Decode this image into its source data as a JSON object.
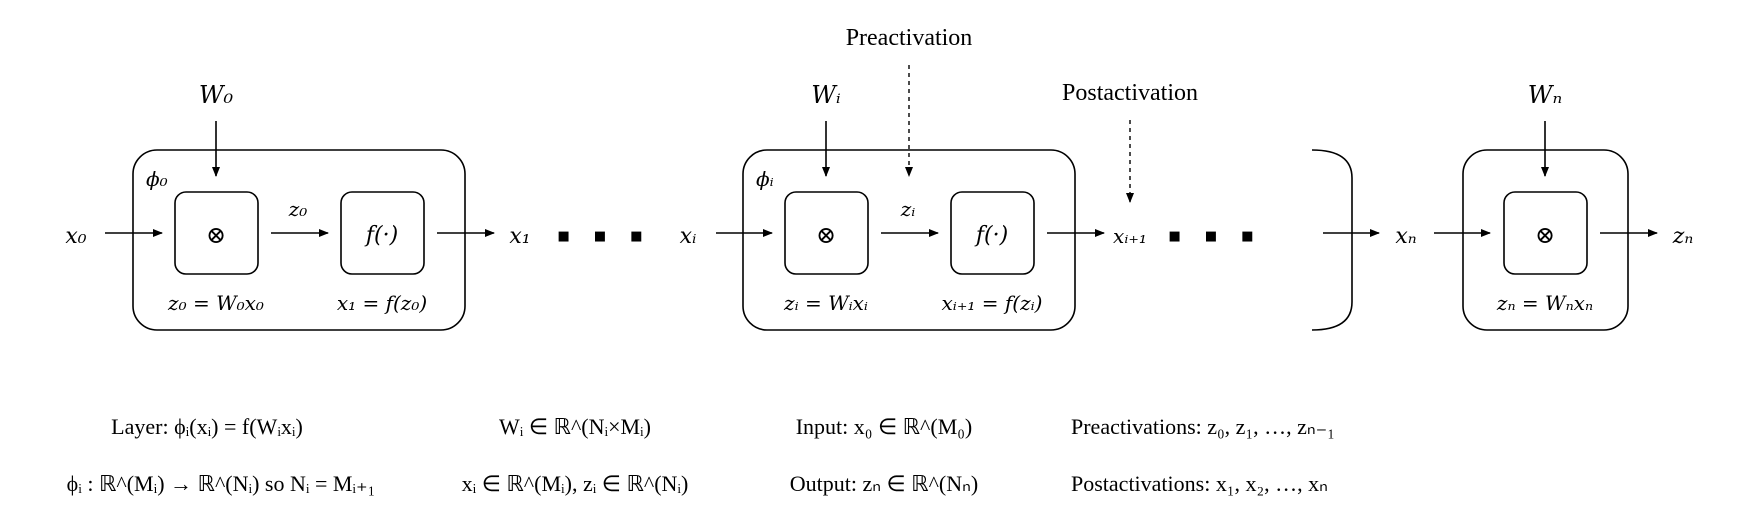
{
  "nodes": {
    "x0": "x₀",
    "W0": "W₀",
    "phi0": "ϕ₀",
    "z0": "z₀",
    "x1": "x₁",
    "op": "⊗",
    "f": "f(·)",
    "xi": "xᵢ",
    "Wi": "Wᵢ",
    "phii": "ϕᵢ",
    "zi": "zᵢ",
    "xi1": "xᵢ₊₁",
    "xn": "xₙ",
    "Wn": "Wₙ",
    "zn": "zₙ",
    "ellipsis": "■ ■ ■"
  },
  "captions": {
    "layer0_z": "z₀ = W₀x₀",
    "layer0_x": "x₁ = f(z₀)",
    "layeri_z": "zᵢ = Wᵢxᵢ",
    "layeri_x": "xᵢ₊₁ = f(zᵢ)",
    "layern_z": "zₙ = Wₙxₙ"
  },
  "annotations": {
    "preactivation": "Preactivation",
    "postactivation": "Postactivation"
  },
  "definitions": {
    "row1": [
      "Layer: ϕᵢ(xᵢ) = f(Wᵢxᵢ)",
      "Wᵢ ∈ ℝ^(Nᵢ×Mᵢ)",
      "Input: x₀ ∈ ℝ^(M₀)",
      "Preactivations: z₀, z₁, …, zₙ₋₁"
    ],
    "row2": [
      "ϕᵢ : ℝ^(Mᵢ) → ℝ^(Nᵢ) so Nᵢ = Mᵢ₊₁",
      "xᵢ ∈ ℝ^(Mᵢ), zᵢ ∈ ℝ^(Nᵢ)",
      "Output: zₙ ∈ ℝ^(Nₙ)",
      "Postactivations: x₁, x₂, …, xₙ"
    ]
  }
}
